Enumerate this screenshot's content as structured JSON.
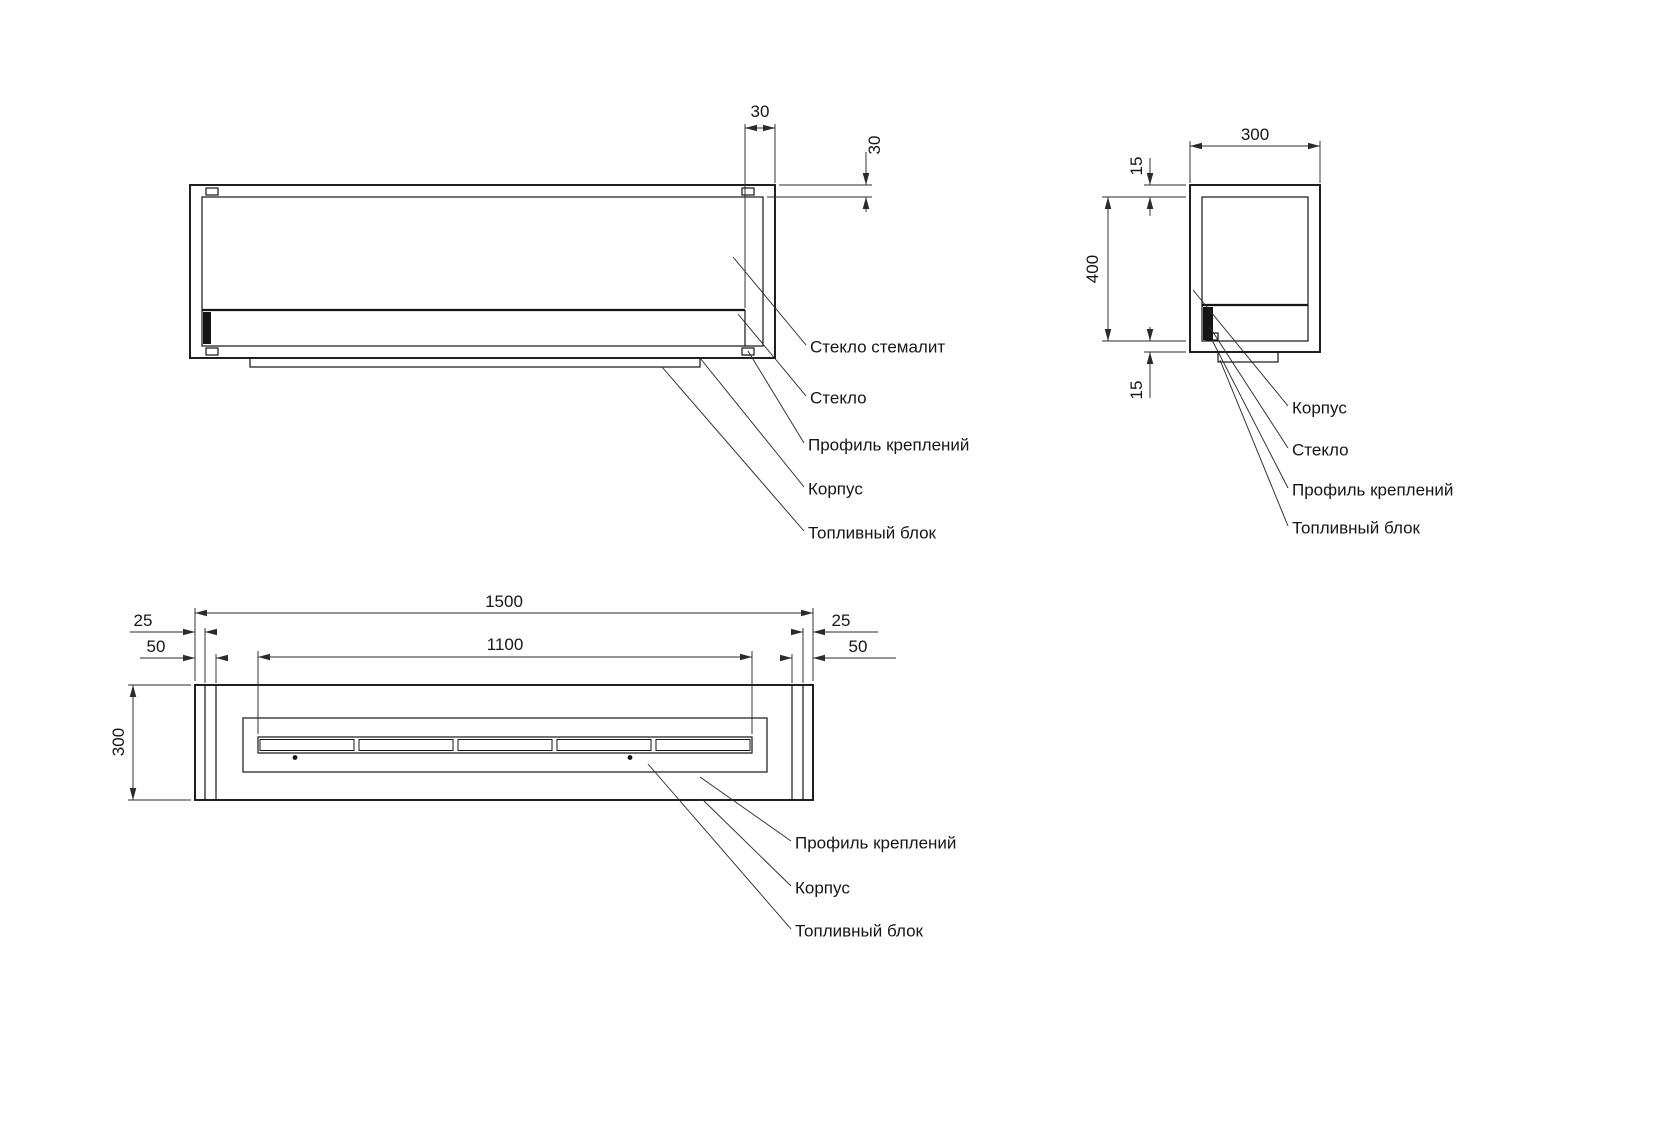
{
  "colors": {
    "background": "#ffffff",
    "line": "#151515"
  },
  "front_view": {
    "dims": {
      "offset_right": "30",
      "offset_top": "30"
    },
    "labels": {
      "glass_tempered": "Стекло стемалит",
      "glass": "Стекло",
      "mounting_profile": "Профиль креплений",
      "body": "Корпус",
      "fuel_block": "Топливный блок"
    }
  },
  "side_view": {
    "dims": {
      "width": "300",
      "top_plate": "15",
      "height": "400",
      "bottom_plate": "15"
    },
    "labels": {
      "body": "Корпус",
      "glass": "Стекло",
      "mounting_profile": "Профиль креплений",
      "fuel_block": "Топливный блок"
    }
  },
  "top_view": {
    "dims": {
      "overall_length": "1500",
      "burner_length": "1100",
      "left_edge_offset": "25",
      "left_profile_offset": "50",
      "right_edge_offset": "25",
      "right_profile_offset": "50",
      "depth": "300"
    },
    "labels": {
      "mounting_profile": "Профиль креплений",
      "body": "Корпус",
      "fuel_block": "Топливный блок"
    }
  }
}
